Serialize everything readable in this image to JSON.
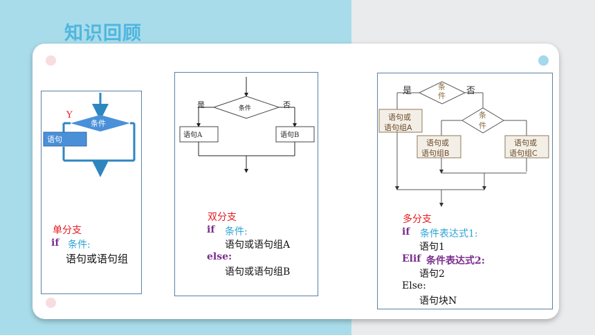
{
  "header": {
    "title": "知识回顾"
  },
  "colors": {
    "accent": "#4fb6de",
    "flow_blue": "#2e86c1",
    "box_blue": "#4a90d9",
    "red": "#e8191f",
    "purple": "#7a2d8c",
    "cyan": "#2aa3d6"
  },
  "single": {
    "y_label": "Y",
    "condition": "条件",
    "statement": "语句",
    "name": "单分支",
    "kw_if": "if",
    "cond_text": "条件:",
    "body": "语句或语句组"
  },
  "double": {
    "yes": "是",
    "no": "否",
    "condition": "条件",
    "stmt_a": "语句A",
    "stmt_b": "语句B",
    "name": "双分支",
    "kw_if": "if",
    "cond_text": "条件:",
    "body_a": "语句或语句组A",
    "kw_else": "else:",
    "body_b": "语句或语句组B"
  },
  "multi": {
    "yes": "是",
    "no": "否",
    "cond1": "条件",
    "cond2": "条件",
    "box_a_1": "语句或",
    "box_a_2": "语句组A",
    "box_b_1": "语句或",
    "box_b_2": "语句组B",
    "box_c_1": "语句或",
    "box_c_2": "语句组C",
    "name": "多分支",
    "kw_if": "if",
    "cond1_text": "条件表达式1:",
    "body1": "语句1",
    "kw_elif": "Elif",
    "cond2_text": "条件表达式2:",
    "body2": "语句2",
    "kw_else": "Else:",
    "body3": "语句块N"
  }
}
